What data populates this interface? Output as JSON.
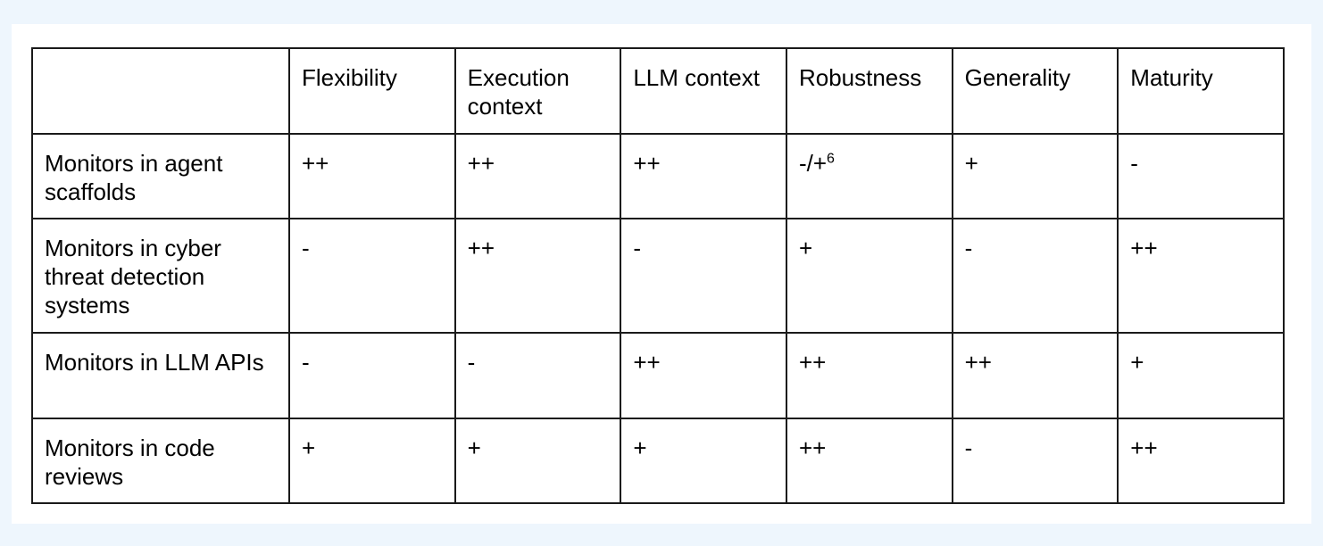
{
  "table": {
    "columns": [
      "",
      "Flexibility",
      "Execution context",
      "LLM context",
      "Robustness",
      "Generality",
      "Maturity"
    ],
    "rows": [
      {
        "label": "Monitors in agent scaffolds",
        "cells": [
          "++",
          "++",
          "++",
          "-/+",
          "+",
          "-"
        ]
      },
      {
        "label": "Monitors in cyber threat detection systems",
        "cells": [
          "-",
          "++",
          "-",
          "+",
          "-",
          "++"
        ]
      },
      {
        "label": "Monitors in LLM APIs",
        "cells": [
          "-",
          "-",
          "++",
          "++",
          "++",
          "+"
        ]
      },
      {
        "label": "Monitors in code reviews",
        "cells": [
          "+",
          "+",
          "+",
          "++",
          "-",
          "++"
        ]
      }
    ],
    "footnote_marker": "6"
  }
}
